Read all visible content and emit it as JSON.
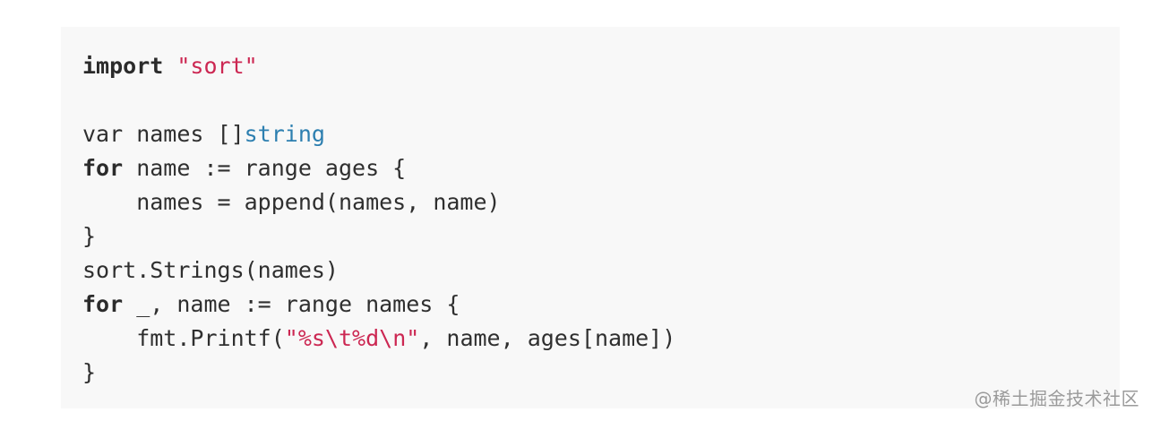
{
  "code": {
    "lines": [
      [
        {
          "t": "import",
          "k": "kw"
        },
        {
          "t": " ",
          "k": "plain"
        },
        {
          "t": "\"sort\"",
          "k": "str"
        }
      ],
      [],
      [
        {
          "t": "var names []",
          "k": "plain"
        },
        {
          "t": "string",
          "k": "type"
        }
      ],
      [
        {
          "t": "for",
          "k": "kw"
        },
        {
          "t": " name := range ages {",
          "k": "plain"
        }
      ],
      [
        {
          "t": "    names = append(names, name)",
          "k": "plain"
        }
      ],
      [
        {
          "t": "}",
          "k": "plain"
        }
      ],
      [
        {
          "t": "sort.Strings(names)",
          "k": "plain"
        }
      ],
      [
        {
          "t": "for",
          "k": "kw"
        },
        {
          "t": " _, name := range names {",
          "k": "plain"
        }
      ],
      [
        {
          "t": "    fmt.Printf(",
          "k": "plain"
        },
        {
          "t": "\"%s\\t%d\\n\"",
          "k": "str"
        },
        {
          "t": ", name, ages[name])",
          "k": "plain"
        }
      ],
      [
        {
          "t": "}",
          "k": "plain"
        }
      ]
    ]
  },
  "watermark": {
    "text": "@稀土掘金技术社区"
  },
  "colors": {
    "background": "#ffffff",
    "code_background": "#f8f8f8",
    "keyword": "#2b2b2b",
    "string": "#cc2752",
    "type": "#2d7fb0",
    "text": "#2f2f2f"
  }
}
